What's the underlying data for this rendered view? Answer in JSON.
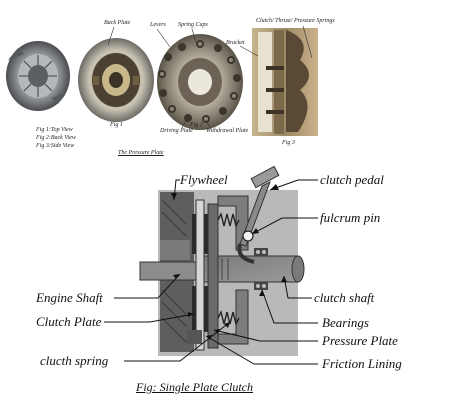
{
  "top_photos": {
    "labels": {
      "back_plate": "Back Plate",
      "levers": "Levers",
      "spring_cups": "Spring Cups",
      "clutch_thrust": "Clutch/ Thrust/ Pressure Springs",
      "bracket": "Bracket",
      "driving_plate": "Driving Plate",
      "withdrawal_plate": "Withdrawal Plate"
    },
    "fig_list": [
      "Fig 1:Top View",
      "Fig 2:Back View",
      "Fig 3:Side View"
    ],
    "fig1": "Fig 1",
    "fig2": "Fig 2",
    "fig3": "Fig 3",
    "caption": "The Pressure Plate"
  },
  "diagram": {
    "labels": {
      "flywheel": "Flywheel",
      "clutch_pedal": "clutch pedal",
      "fulcrum_pin": "fulcrum pin",
      "engine_shaft": "Engine Shaft",
      "clutch_shaft": "clutch shaft",
      "clutch_plate": "Clutch Plate",
      "bearings": "Bearings",
      "pressure_plate": "Pressure Plate",
      "clutch_spring": "clucth spring",
      "friction_lining": "Friction Lining"
    },
    "caption": "Fig: Single Plate Clutch"
  }
}
